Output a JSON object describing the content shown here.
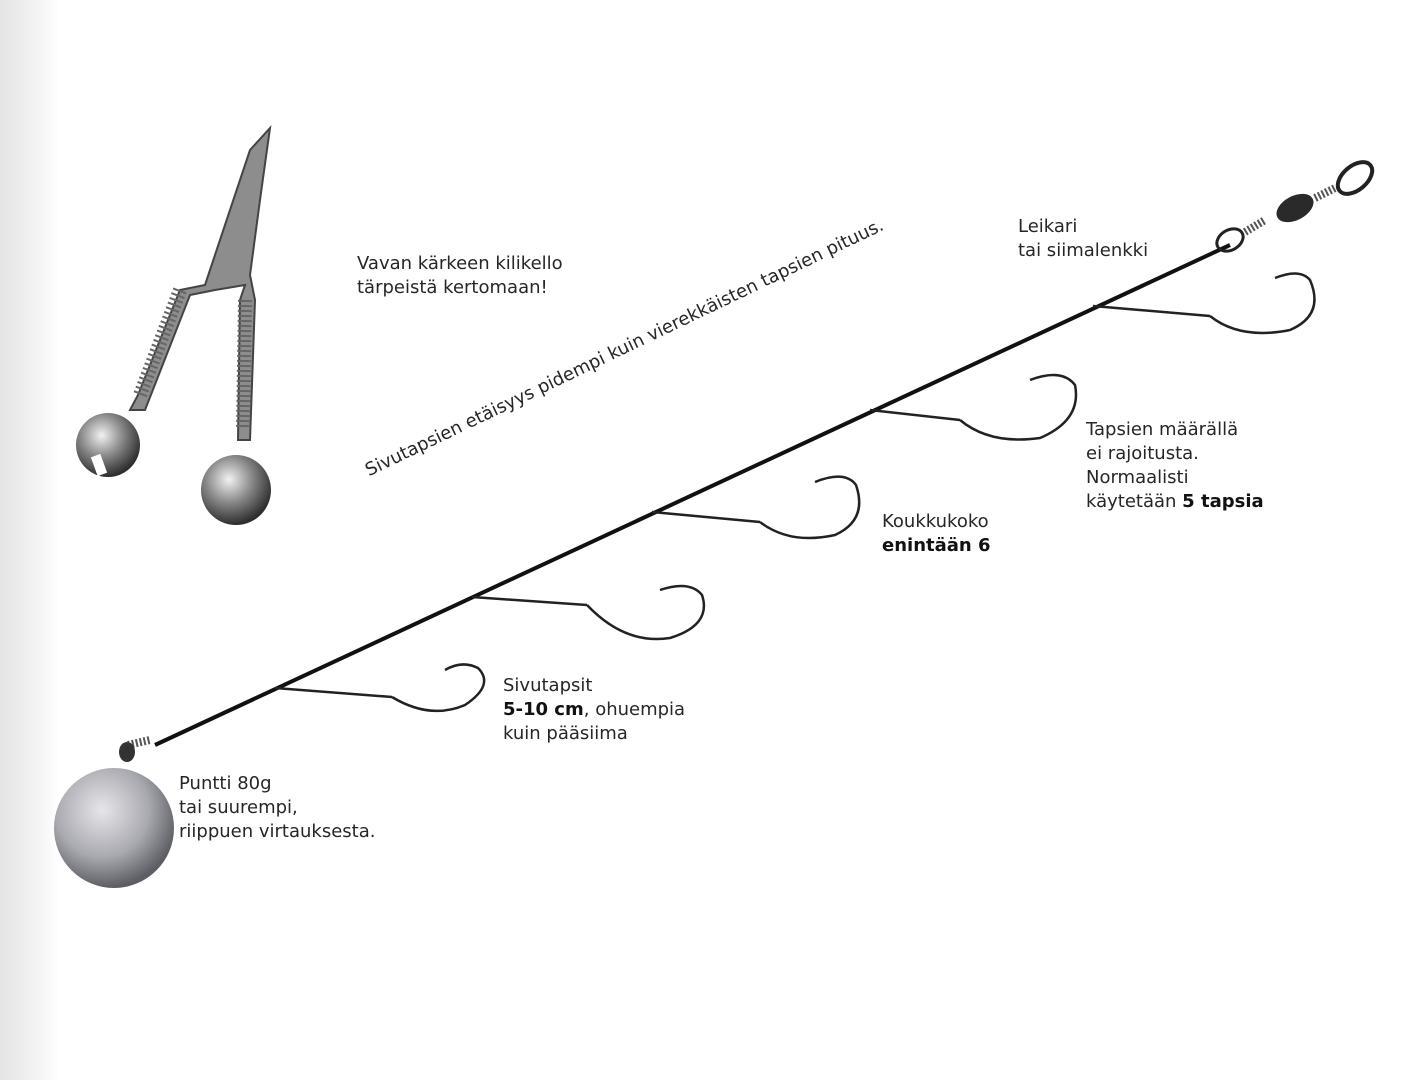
{
  "labels": {
    "bell": [
      "Vavan kärkeen kilikello",
      "tärpeistä kertomaan!"
    ],
    "swivel": [
      "Leikari",
      "tai siimalenkki"
    ],
    "spacing": "Sivutapsien etäisyys pidempi kuin vierekkäisten tapsien pituus.",
    "count": {
      "line1": "Tapsien määrällä",
      "line2": "ei rajoitusta.",
      "line3": "Normaalisti",
      "line4_pre": "käytetään ",
      "line4_bold": "5 tapsia"
    },
    "hook_size": {
      "line1": "Koukkukoko",
      "line2_bold": "enintään 6"
    },
    "snoods": {
      "line1": "Sivutapsit",
      "line2_bold": "5-10 cm",
      "line2_rest": ", ohuempia",
      "line3": "kuin pääsiima"
    },
    "sinker": [
      "Puntti 80g",
      "tai suurempi,",
      "riippuen virtauksesta."
    ]
  }
}
